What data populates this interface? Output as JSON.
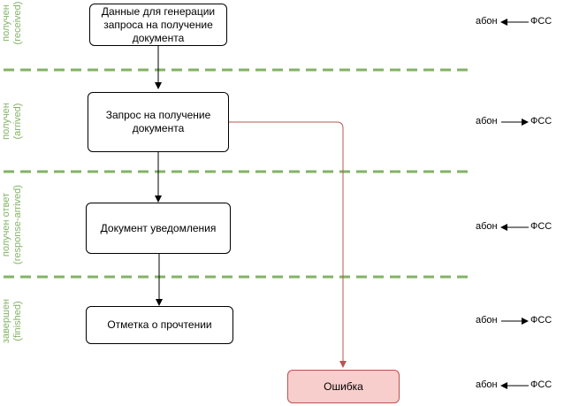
{
  "lanes": [
    {
      "label": "получен\n(received)"
    },
    {
      "label": "получен\n(arrived)"
    },
    {
      "label": "получен ответ\n(response-arrived)"
    },
    {
      "label": "завершен\n(finished)"
    }
  ],
  "nodes": {
    "gen_data": "Данные для генерации запроса на получение документа",
    "request": "Запрос на получение документа",
    "notification": "Документ уведомления",
    "read_mark": "Отметка о прочтении",
    "error": "Ошибка"
  },
  "directions": [
    {
      "left": "абон",
      "right": "ФСС",
      "arrow": "left"
    },
    {
      "left": "абон",
      "right": "ФСС",
      "arrow": "right"
    },
    {
      "left": "абон",
      "right": "ФСС",
      "arrow": "left"
    },
    {
      "left": "абон",
      "right": "ФСС",
      "arrow": "right"
    },
    {
      "left": "абон",
      "right": "ФСС",
      "arrow": "left"
    }
  ],
  "colors": {
    "lane_divider": "#82b366",
    "error_edge": "#b85450",
    "error_fill": "#f8cecc"
  }
}
